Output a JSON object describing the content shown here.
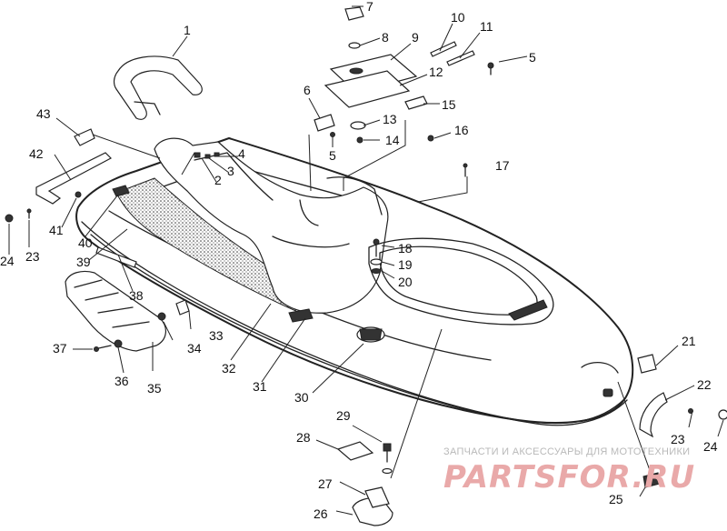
{
  "diagram": {
    "callouts": [
      {
        "id": "1",
        "label": "1"
      },
      {
        "id": "2",
        "label": "2"
      },
      {
        "id": "3",
        "label": "3"
      },
      {
        "id": "4",
        "label": "4"
      },
      {
        "id": "5a",
        "label": "5"
      },
      {
        "id": "5b",
        "label": "5"
      },
      {
        "id": "6",
        "label": "6"
      },
      {
        "id": "7",
        "label": "7"
      },
      {
        "id": "8",
        "label": "8"
      },
      {
        "id": "9",
        "label": "9"
      },
      {
        "id": "10",
        "label": "10"
      },
      {
        "id": "11",
        "label": "11"
      },
      {
        "id": "12",
        "label": "12"
      },
      {
        "id": "13",
        "label": "13"
      },
      {
        "id": "14",
        "label": "14"
      },
      {
        "id": "15",
        "label": "15"
      },
      {
        "id": "16",
        "label": "16"
      },
      {
        "id": "17",
        "label": "17"
      },
      {
        "id": "18",
        "label": "18"
      },
      {
        "id": "19",
        "label": "19"
      },
      {
        "id": "20",
        "label": "20"
      },
      {
        "id": "21",
        "label": "21"
      },
      {
        "id": "22",
        "label": "22"
      },
      {
        "id": "23a",
        "label": "23"
      },
      {
        "id": "23b",
        "label": "23"
      },
      {
        "id": "24a",
        "label": "24"
      },
      {
        "id": "24b",
        "label": "24"
      },
      {
        "id": "25",
        "label": "25"
      },
      {
        "id": "26",
        "label": "26"
      },
      {
        "id": "27",
        "label": "27"
      },
      {
        "id": "28",
        "label": "28"
      },
      {
        "id": "29",
        "label": "29"
      },
      {
        "id": "30",
        "label": "30"
      },
      {
        "id": "31",
        "label": "31"
      },
      {
        "id": "32",
        "label": "32"
      },
      {
        "id": "33",
        "label": "33"
      },
      {
        "id": "34",
        "label": "34"
      },
      {
        "id": "35",
        "label": "35"
      },
      {
        "id": "36",
        "label": "36"
      },
      {
        "id": "37",
        "label": "37"
      },
      {
        "id": "38",
        "label": "38"
      },
      {
        "id": "39",
        "label": "39"
      },
      {
        "id": "40",
        "label": "40"
      },
      {
        "id": "41",
        "label": "41"
      },
      {
        "id": "42",
        "label": "42"
      },
      {
        "id": "43",
        "label": "43"
      }
    ]
  },
  "watermark": {
    "caption": "ЗАПЧАСТИ И АКСЕССУАРЫ ДЛЯ МОТОТЕХНИКИ",
    "logo": "PARTSFOR.RU"
  },
  "colors": {
    "line": "#222222",
    "watermark_logo": "#e9a9a9",
    "watermark_caption": "#b9b9b9"
  }
}
